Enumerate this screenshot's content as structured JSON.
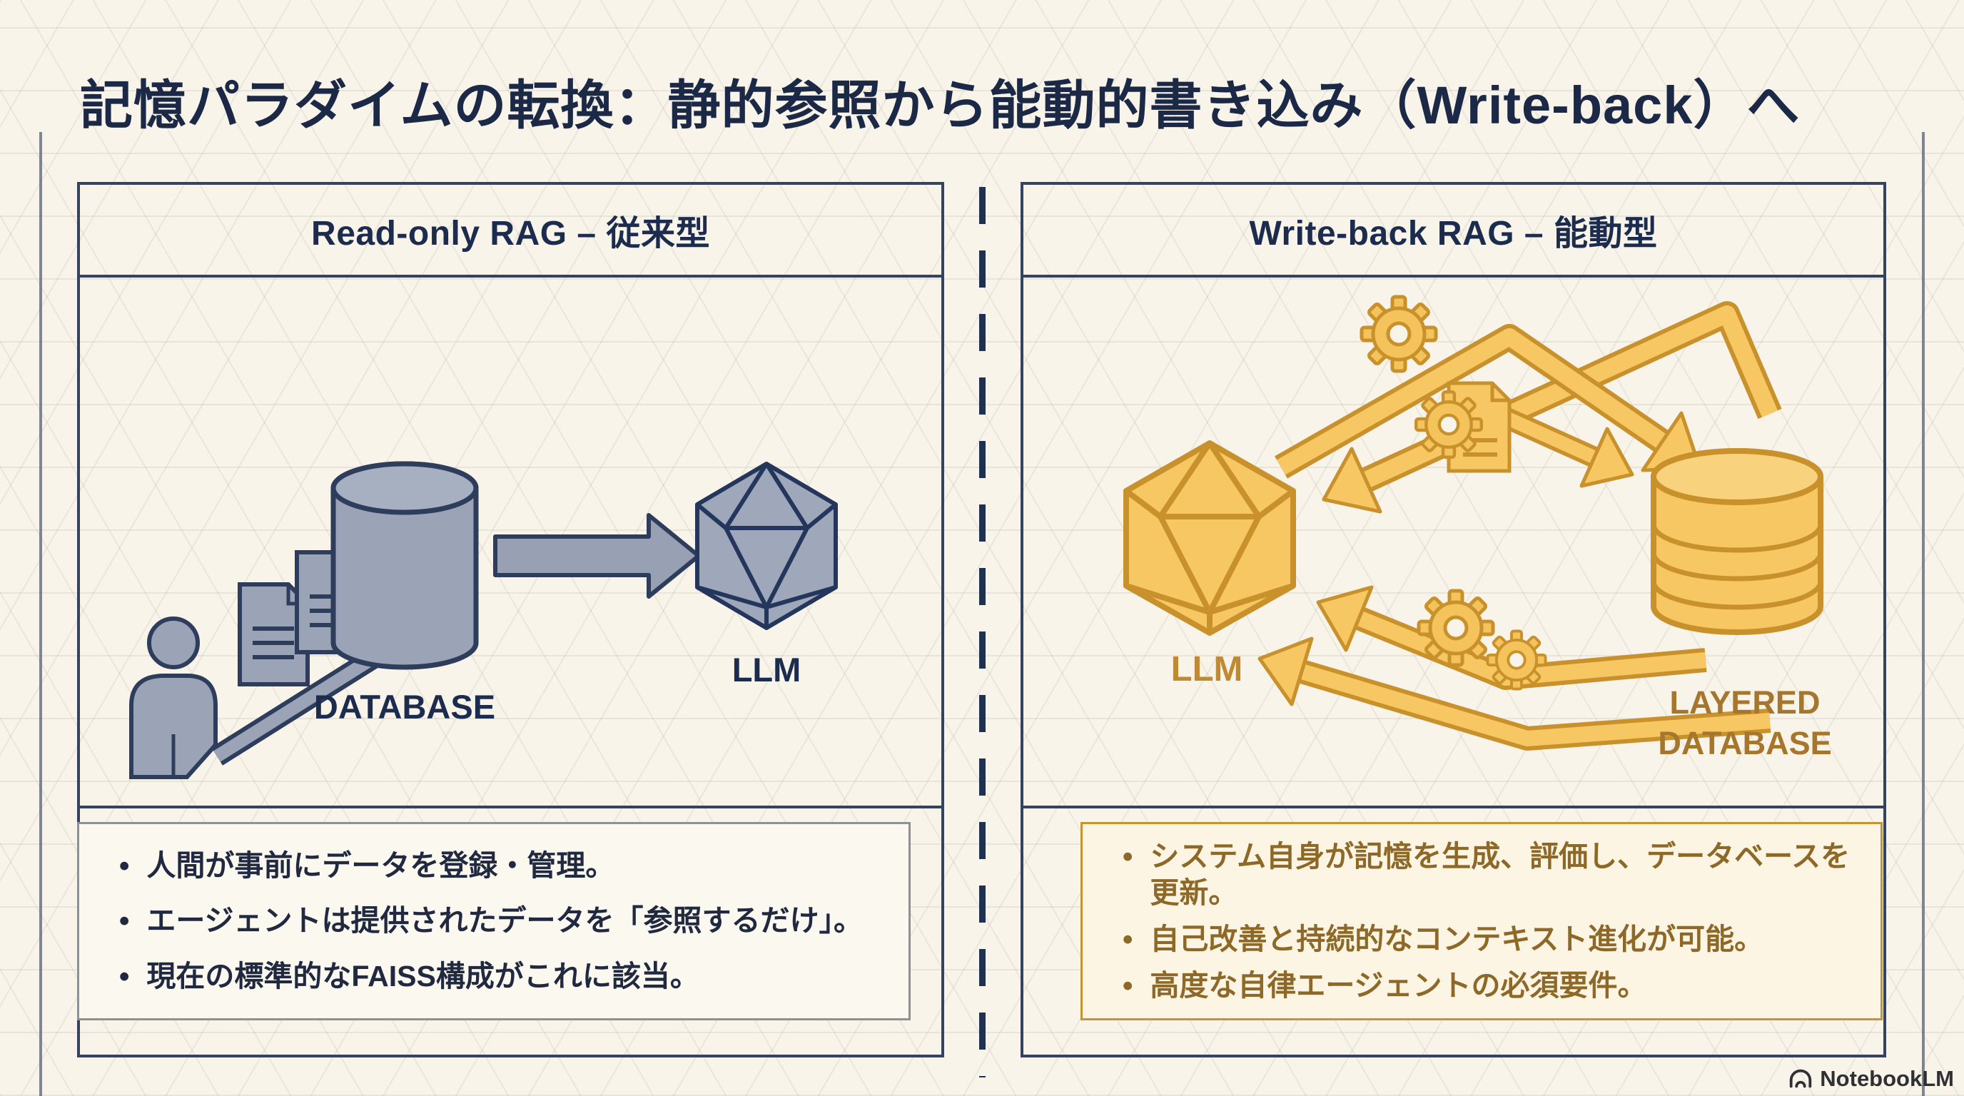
{
  "title": "記憶パラダイムの転換：静的参照から能動的書き込み（Write-back）へ",
  "left_panel": {
    "header": "Read-only RAG – 従来型",
    "diagram_labels": {
      "database": "DATABASE",
      "llm": "LLM"
    },
    "bullets": [
      "人間が事前にデータを登録・管理。",
      "エージェントは提供されたデータを「参照するだけ」。",
      "現在の標準的なFAISS構成がこれに該当。"
    ]
  },
  "right_panel": {
    "header": "Write-back RAG – 能動型",
    "diagram_labels": {
      "llm": "LLM",
      "database_line1": "LAYERED",
      "database_line2": "DATABASE"
    },
    "bullets": [
      "システム自身が記憶を生成、評価し、データベースを更新。",
      "自己改善と持続的なコンテキスト進化が可能。",
      "高度な自律エージェントの必須要件。"
    ]
  },
  "footer": {
    "brand": "NotebookLM"
  },
  "colors": {
    "background": "#f8f4e9",
    "navy_text": "#1c2946",
    "panel_border": "#34435f",
    "left_shape_fill": "#9aa4b6",
    "left_shape_stroke": "#2e3d5c",
    "gold_fill": "#f6c763",
    "gold_stroke": "#cc9733",
    "right_text": "#8d6827",
    "right_label": "#a5762b"
  },
  "bullet_char": "•"
}
